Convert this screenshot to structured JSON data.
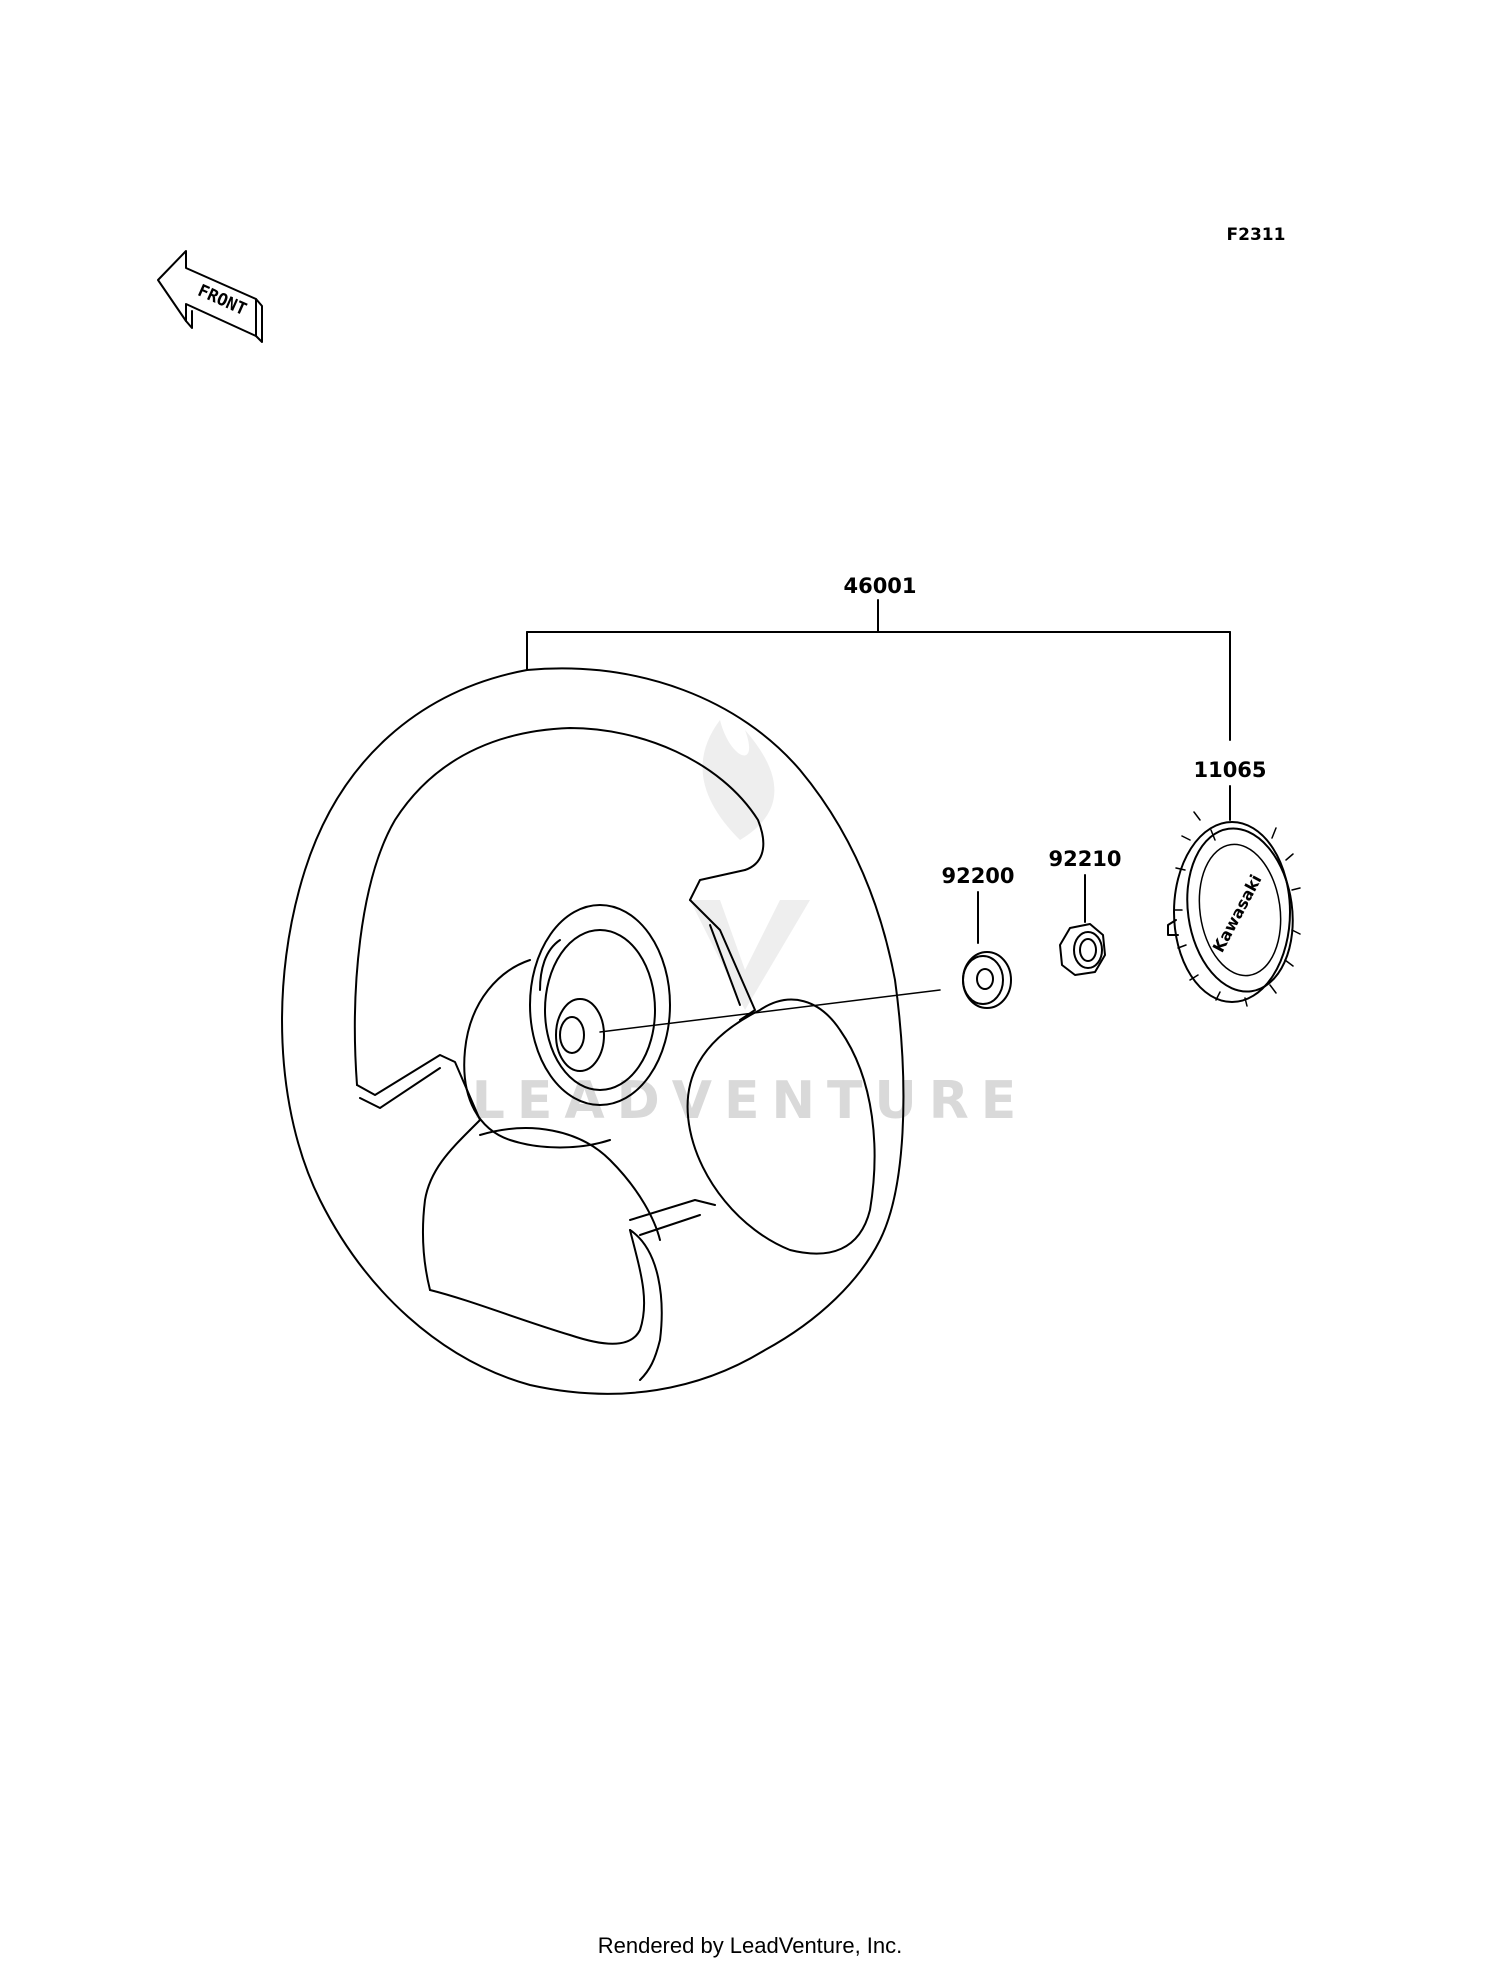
{
  "figure_code": "F2311",
  "front_indicator": "FRONT",
  "parts": {
    "steering_wheel_assembly": "46001",
    "horn_cap": "11065",
    "washer": "92200",
    "nut": "92210"
  },
  "cap_logo_text": "Kawasaki",
  "watermark": "LEADVENTURE",
  "footer": "Rendered by LeadVenture, Inc."
}
